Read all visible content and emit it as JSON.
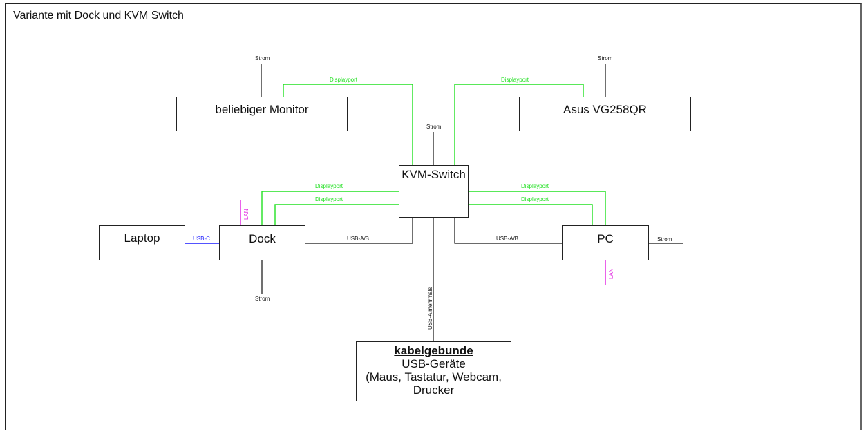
{
  "title": "Variante mit Dock und KVM Switch",
  "colors": {
    "power": "#111111",
    "displayport": "#22e022",
    "usb_c": "#1a1aff",
    "lan": "#e020e0",
    "usb": "#111111"
  },
  "nodes": {
    "monitor_left": {
      "label": "beliebiger Monitor"
    },
    "monitor_right": {
      "label": "Asus VG258QR"
    },
    "kvm": {
      "label": "KVM-Switch"
    },
    "laptop": {
      "label": "Laptop"
    },
    "dock": {
      "label": "Dock"
    },
    "pc": {
      "label": "PC"
    },
    "usb_devices": {
      "heading": "kabelgebunde",
      "line1": "USB-Geräte",
      "line2": "(Maus, Tastatur, Webcam,",
      "line3": "Drucker"
    }
  },
  "connections": {
    "strom": "Strom",
    "displayport": "Displayport",
    "usb_c": "USB-C",
    "usb_ab": "USB-A/B",
    "lan": "LAN",
    "usb_a_multi": "USB-A mehrmals"
  }
}
